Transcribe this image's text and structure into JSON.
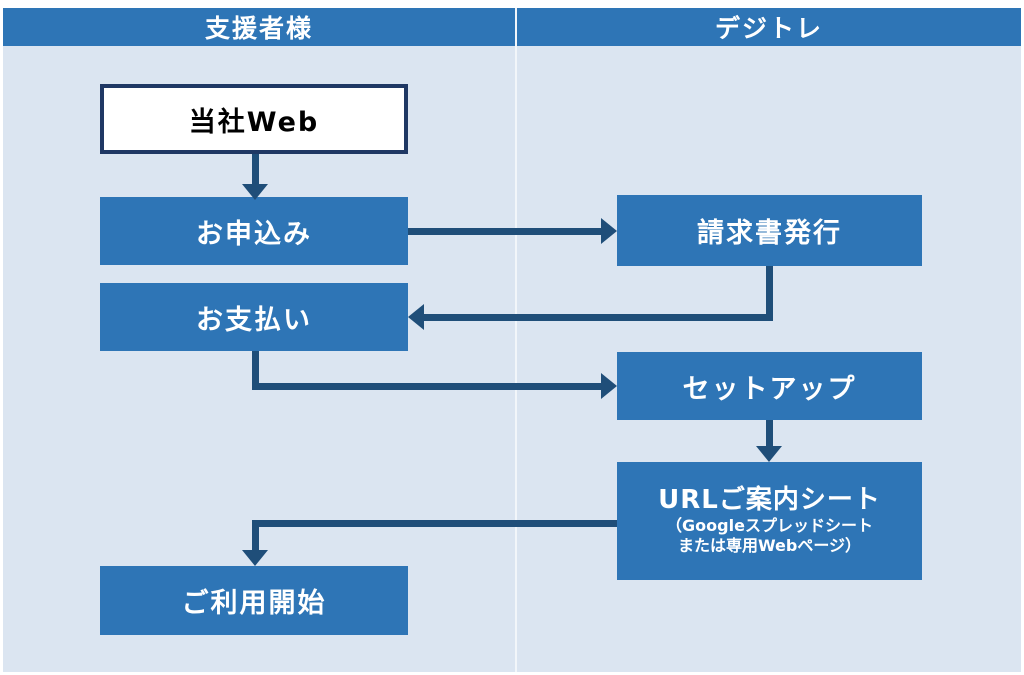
{
  "colors": {
    "header_bg": "#2e75b6",
    "box_bg": "#2e75b6",
    "body_bg": "#dbe5f1",
    "arrow": "#1f4e79",
    "white_box_border": "#1f3864"
  },
  "header": {
    "left": "支援者様",
    "right": "デジトレ"
  },
  "nodes": {
    "company_web": "当社Web",
    "application": "お申込み",
    "payment": "お支払い",
    "service_start": "ご利用開始",
    "invoice_issue": "請求書発行",
    "setup": "セットアップ",
    "url_sheet_title": "URLご案内シート",
    "url_sheet_sub1": "（Googleスプレッドシート",
    "url_sheet_sub2": "または専用Webページ）"
  }
}
